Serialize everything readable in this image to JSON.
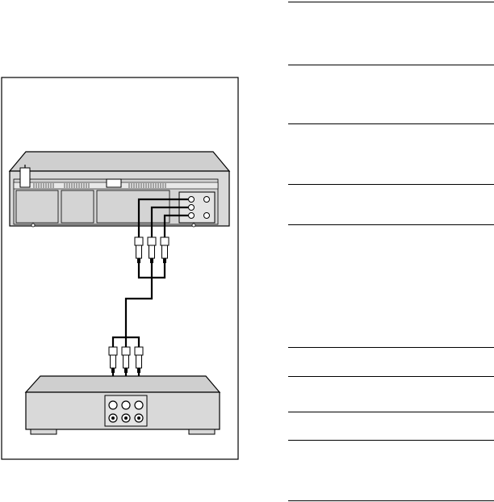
{
  "diagram": {
    "panel_border_color": "#000000",
    "device_fill": "#d9d9d9",
    "device_top_fill": "#cccccc",
    "cable_color": "#000000",
    "rca_jack_count_vcr": 3,
    "rca_jack_count_player": 6,
    "rca_plug_count": 3
  },
  "right_column": {
    "rule_count": 10
  }
}
